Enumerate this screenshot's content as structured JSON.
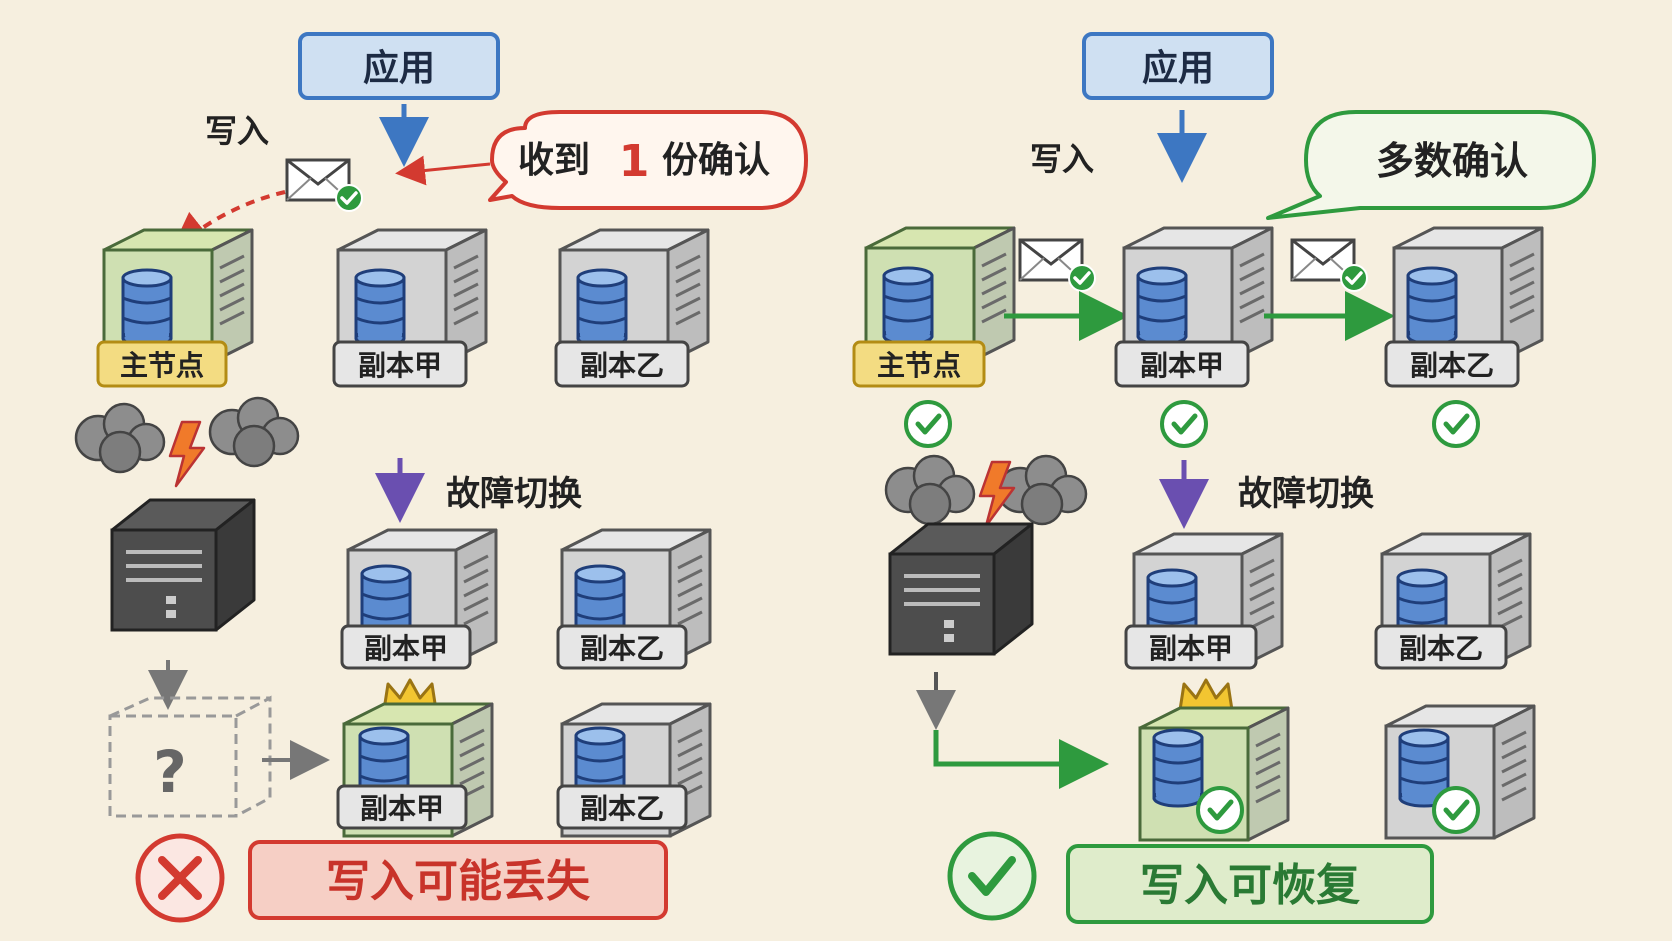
{
  "left": {
    "app_label": "应用",
    "write_label": "写入",
    "ack_prefix": "收到",
    "ack_count": "1",
    "ack_suffix": "份确认",
    "primary_label": "主节点",
    "replica_a_label": "副本甲",
    "replica_b_label": "副本乙",
    "failover_label": "故障切换",
    "unknown_glyph": "?",
    "result_label": "写入可能丢失"
  },
  "right": {
    "app_label": "应用",
    "write_label": "写入",
    "ack_label": "多数确认",
    "primary_label": "主节点",
    "replica_a_label": "副本甲",
    "replica_b_label": "副本乙",
    "failover_label": "故障切换",
    "result_label": "写入可恢复"
  },
  "colors": {
    "app_box": "#cfe0f2",
    "app_border": "#3d77c2",
    "primary_tag": "#f3dc82",
    "replica_tag": "#e6e6e6",
    "fail": "#d33a30",
    "success": "#2e9a3e",
    "failover_arrow": "#6a4fb0",
    "db_icon": "#4f7fc4"
  }
}
